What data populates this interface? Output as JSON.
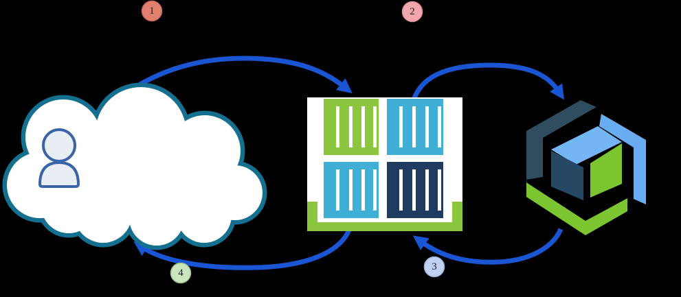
{
  "diagram_description": "Four-step flow: user cloud -> container group icon -> runtime cube icon and back",
  "palette": {
    "background": "#000000",
    "arrow_blue": "#1A56D4",
    "cloud_stroke": "#15708F",
    "cloud_fill": "#FFFFFF",
    "person_stroke": "#3A63A8",
    "person_fill": "#E9EDF4",
    "icon_bg_white": "#FFFFFF",
    "container_green": "#8CC63F",
    "container_teal": "#3FAFD6",
    "container_navy": "#203B60",
    "slat_white": "#FFFFFF",
    "tray_green": "#8CC63F",
    "cube_dark_band": "#2F4D5E",
    "cube_blue_band": "#69ACF1",
    "cube_green_band": "#7DC431",
    "cube_top_face": "#74B5F3",
    "cube_left_face": "#264862",
    "cube_right_face": "#7DC431"
  },
  "steps": [
    {
      "number": "1",
      "fill": "#E08170",
      "stroke": "#C7695B"
    },
    {
      "number": "2",
      "fill": "#F2A7AE",
      "stroke": "#DE8F98"
    },
    {
      "number": "3",
      "fill": "#BFD0F2",
      "stroke": "#9DB3E0"
    },
    {
      "number": "4",
      "fill": "#CBE6BE",
      "stroke": "#9CC48D"
    }
  ],
  "icons": {
    "user_cloud": "cloud outline containing a user silhouette",
    "container_group": "2x2 grid of container tiles (green, teal, teal, navy) on a green tray",
    "runtime_cube": "3D cube wrapped by dark, blue and green chevron bands"
  }
}
